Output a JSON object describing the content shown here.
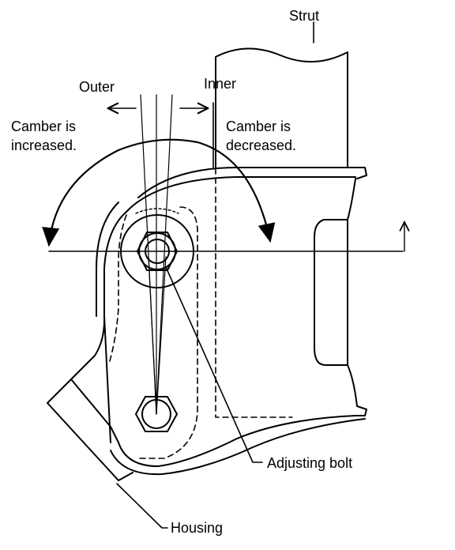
{
  "diagram": {
    "labels": {
      "strut": "Strut",
      "outer": "Outer",
      "inner": "Inner",
      "camber_increased_line1": "Camber is",
      "camber_increased_line2": "increased.",
      "camber_decreased_line1": "Camber is",
      "camber_decreased_line2": "decreased.",
      "adjusting_bolt": "Adjusting bolt",
      "housing": "Housing"
    },
    "colors": {
      "ink": "#000000",
      "paper": "#ffffff"
    }
  }
}
